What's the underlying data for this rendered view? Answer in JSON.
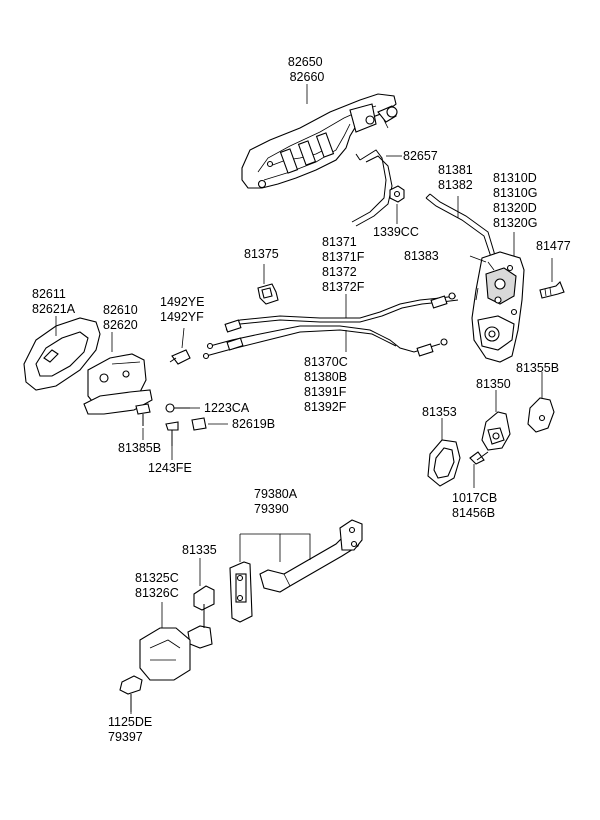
{
  "labels": {
    "l_82650": [
      "82650",
      "82660"
    ],
    "l_82657": [
      "82657"
    ],
    "l_81381": [
      "81381",
      "81382"
    ],
    "l_81310": [
      "81310D",
      "81310G",
      "81320D",
      "81320G"
    ],
    "l_1339": [
      "1339CC"
    ],
    "l_81375": [
      "81375"
    ],
    "l_81371": [
      "81371",
      "81371F",
      "81372",
      "81372F"
    ],
    "l_81383": [
      "81383"
    ],
    "l_81477": [
      "81477"
    ],
    "l_82611": [
      "82611",
      "82621A"
    ],
    "l_82610": [
      "82610",
      "82620"
    ],
    "l_1492": [
      "1492YE",
      "1492YF"
    ],
    "l_81370": [
      "81370C",
      "81380B",
      "81391F",
      "81392F"
    ],
    "l_81355": [
      "81355B"
    ],
    "l_81350": [
      "81350"
    ],
    "l_1223": [
      "1223CA"
    ],
    "l_82619": [
      "82619B"
    ],
    "l_81385": [
      "81385B"
    ],
    "l_81353": [
      "81353"
    ],
    "l_1243": [
      "1243FE"
    ],
    "l_1017": [
      "1017CB",
      "81456B"
    ],
    "l_79380": [
      "79380A",
      "79390"
    ],
    "l_81335": [
      "81335"
    ],
    "l_81325": [
      "81325C",
      "81326C"
    ],
    "l_1125": [
      "1125DE",
      "79397"
    ]
  }
}
